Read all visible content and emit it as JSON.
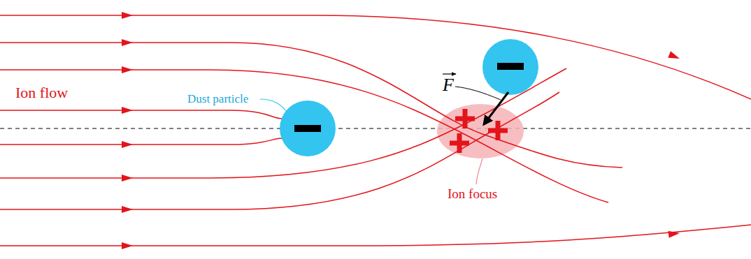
{
  "diagram": {
    "labels": [
      "Ion flow",
      "Dust particle",
      "F",
      "Ion focus"
    ]
  }
}
